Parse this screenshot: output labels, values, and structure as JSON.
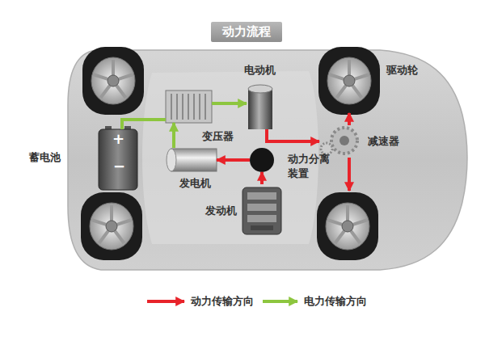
{
  "diagram": {
    "title": "动力流程",
    "nodes": [
      {
        "text": [
          "电动机"
        ]
      },
      {
        "text": [
          "驱动轮"
        ]
      },
      {
        "text": [
          "变压器"
        ]
      },
      {
        "text": [
          "减速器"
        ]
      },
      {
        "text": [
          "蓄电池"
        ]
      },
      {
        "text": [
          "动力分离 装置"
        ]
      },
      {
        "text": [
          "发电机"
        ]
      },
      {
        "text": [
          "发动机"
        ]
      }
    ],
    "edges": [
      {
        "from": 4,
        "to": 2,
        "arrow": "none"
      },
      {
        "from": 2,
        "to": 0,
        "arrow": "to"
      },
      {
        "from": 6,
        "to": 2,
        "arrow": "to"
      },
      {
        "from": 0,
        "to": 3,
        "arrow": "to"
      },
      {
        "from": 7,
        "to": 5,
        "arrow": "to"
      },
      {
        "from": 5,
        "to": 6,
        "arrow": "to"
      },
      {
        "from": 3,
        "to": 1,
        "arrow": "to"
      }
    ],
    "labels": [
      "+",
      "−"
    ],
    "legend": [
      {
        "text": "动力传输方向"
      },
      {
        "text": "电力传输方向"
      }
    ]
  }
}
